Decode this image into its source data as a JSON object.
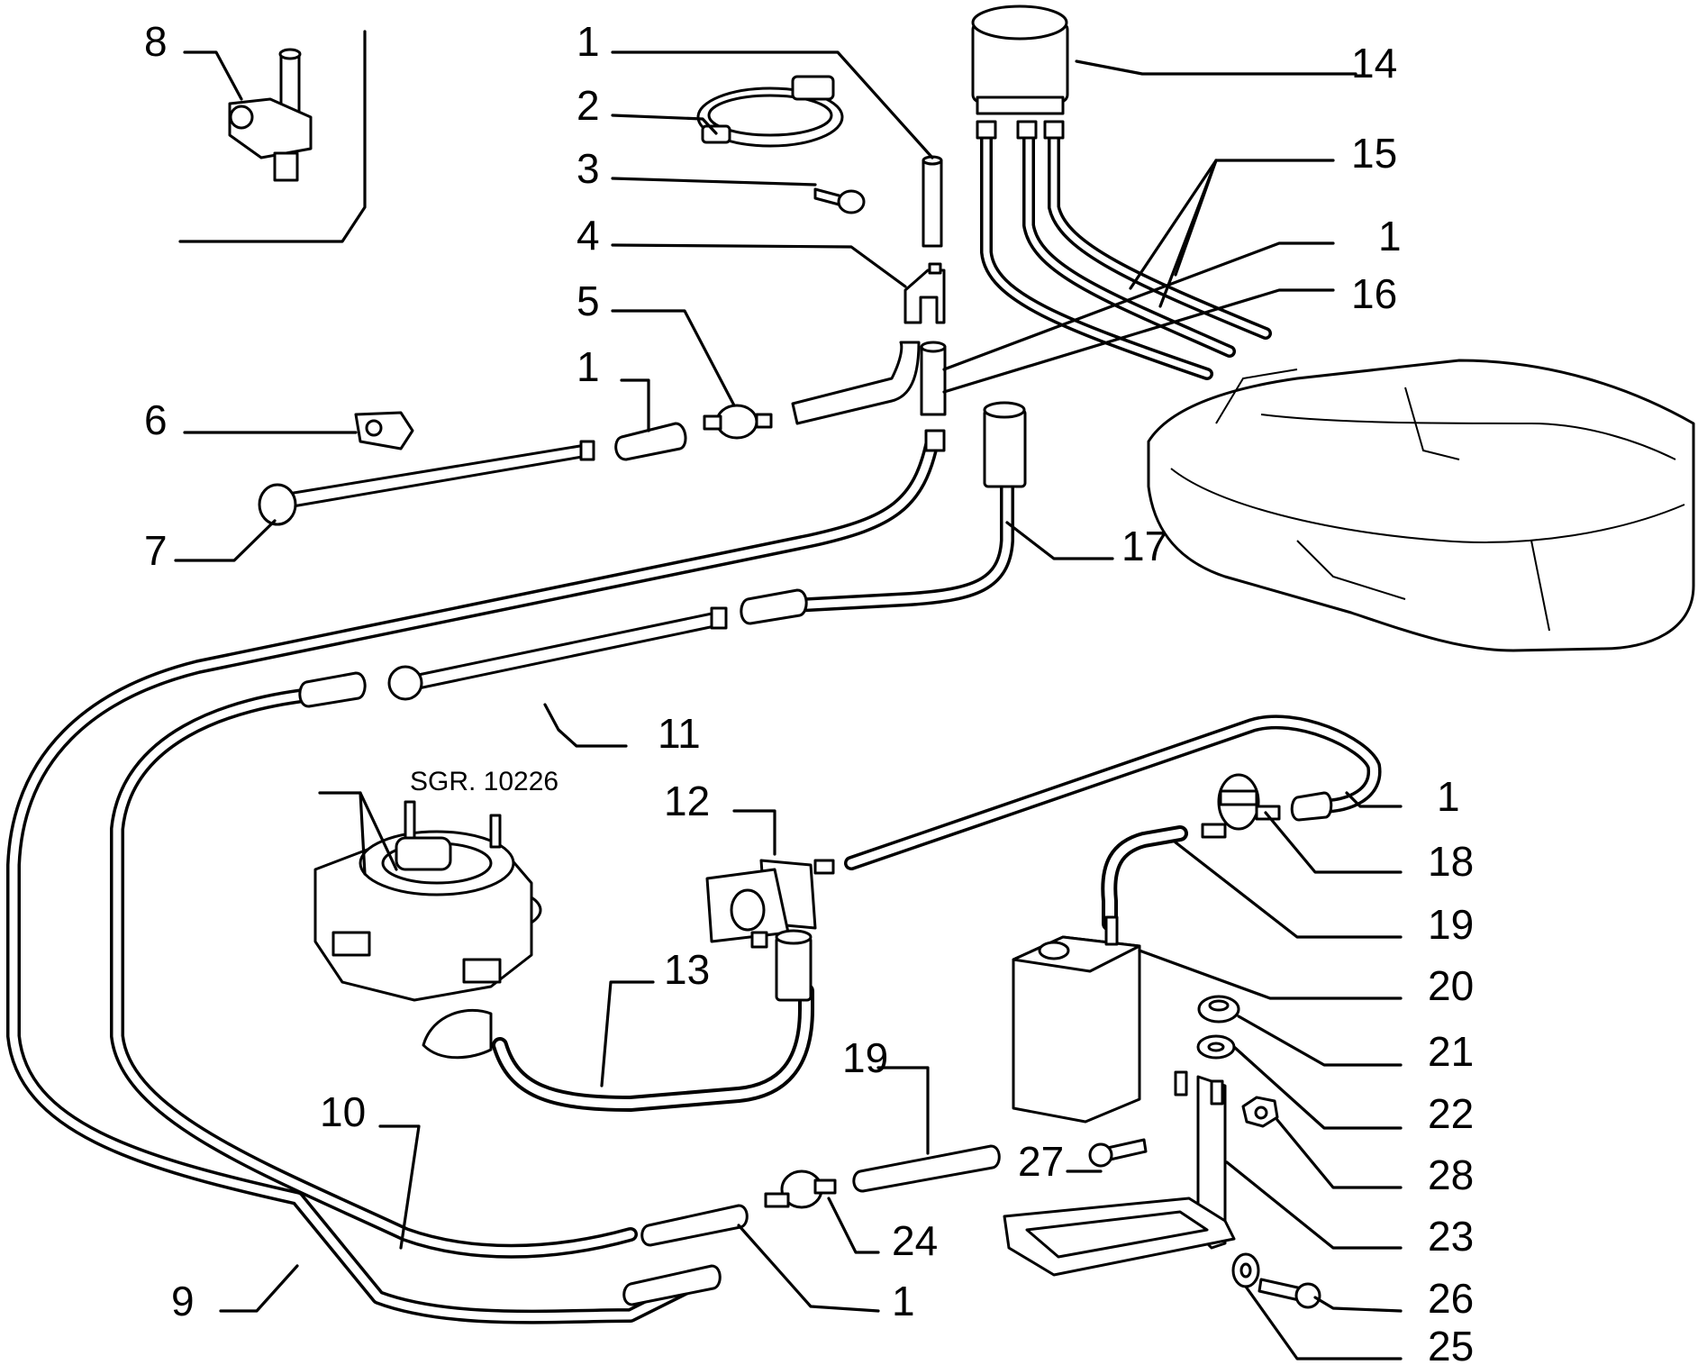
{
  "diagram": {
    "reference": "SGR. 10226",
    "callouts": [
      {
        "id": "c8",
        "label": "8"
      },
      {
        "id": "c1a",
        "label": "1"
      },
      {
        "id": "c2",
        "label": "2"
      },
      {
        "id": "c3",
        "label": "3"
      },
      {
        "id": "c4",
        "label": "4"
      },
      {
        "id": "c5",
        "label": "5"
      },
      {
        "id": "c1b",
        "label": "1"
      },
      {
        "id": "c6",
        "label": "6"
      },
      {
        "id": "c7",
        "label": "7"
      },
      {
        "id": "c14",
        "label": "14"
      },
      {
        "id": "c15",
        "label": "15"
      },
      {
        "id": "c1c",
        "label": "1"
      },
      {
        "id": "c16",
        "label": "16"
      },
      {
        "id": "c17",
        "label": "17"
      },
      {
        "id": "c11",
        "label": "11"
      },
      {
        "id": "c12",
        "label": "12"
      },
      {
        "id": "c1d",
        "label": "1"
      },
      {
        "id": "c18",
        "label": "18"
      },
      {
        "id": "c19a",
        "label": "19"
      },
      {
        "id": "c20",
        "label": "20"
      },
      {
        "id": "c13",
        "label": "13"
      },
      {
        "id": "c21",
        "label": "21"
      },
      {
        "id": "c22",
        "label": "22"
      },
      {
        "id": "c28",
        "label": "28"
      },
      {
        "id": "c19b",
        "label": "19"
      },
      {
        "id": "c10",
        "label": "10"
      },
      {
        "id": "c27",
        "label": "27"
      },
      {
        "id": "c23",
        "label": "23"
      },
      {
        "id": "c24",
        "label": "24"
      },
      {
        "id": "c26",
        "label": "26"
      },
      {
        "id": "c9",
        "label": "9"
      },
      {
        "id": "c1e",
        "label": "1"
      },
      {
        "id": "c25",
        "label": "25"
      }
    ]
  }
}
